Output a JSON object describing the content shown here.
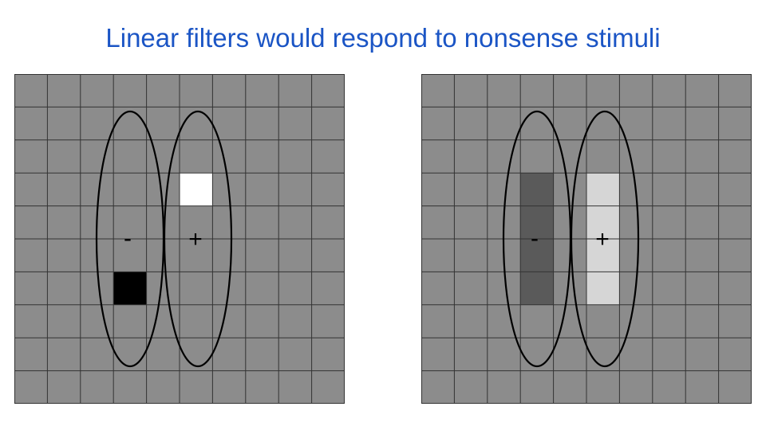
{
  "title": "Linear filters would respond to nonsense stimuli",
  "colors": {
    "title": "#1b55c5",
    "background_gray": "#8c8c8c",
    "grid_line": "#333333",
    "outline": "#000000",
    "white_cell": "#ffffff",
    "black_cell": "#000000",
    "dark_bar": "#5a5a5a",
    "light_bar": "#d6d6d6"
  },
  "grid": {
    "rows": 10,
    "cols": 10
  },
  "panels": [
    {
      "id": "left",
      "minus_label": "-",
      "plus_label": "+",
      "cells": [
        {
          "row": 3,
          "col": 5,
          "height": 1,
          "color": "#ffffff"
        },
        {
          "row": 6,
          "col": 3,
          "height": 1,
          "color": "#000000"
        }
      ]
    },
    {
      "id": "right",
      "minus_label": "-",
      "plus_label": "+",
      "cells": [
        {
          "row": 3,
          "col": 3,
          "height": 4,
          "color": "#5a5a5a"
        },
        {
          "row": 3,
          "col": 5,
          "height": 4,
          "color": "#d6d6d6"
        }
      ]
    }
  ]
}
